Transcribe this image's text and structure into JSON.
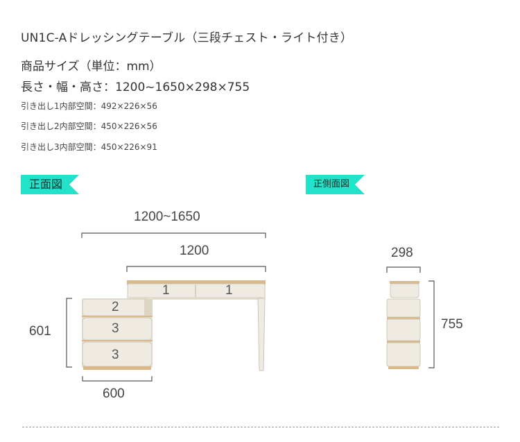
{
  "title": "UN1C-Aドレッシングテーブル（三段チェスト・ライト付き）",
  "spec": {
    "heading": "商品サイズ（単位：mm）",
    "dims": "長さ・幅・高さ：1200~1650×298×755",
    "drawers": [
      "引き出し1内部空間：492×226×56",
      "引き出し2内部空間：450×226×56",
      "引き出し3内部空間：450×226×91"
    ]
  },
  "views": {
    "front_label": "正面図",
    "side_label": "正側面図"
  },
  "dimensions": {
    "total_length": "1200~1650",
    "top_length": "1200",
    "chest_height": "601",
    "chest_width": "600",
    "depth": "298",
    "height": "755"
  },
  "drawer_labels": {
    "top_left": "1",
    "top_right": "1",
    "chest_1": "2",
    "chest_2": "3",
    "chest_3": "3"
  },
  "colors": {
    "accent": "#22e3c9",
    "furniture": "#efebe2",
    "wood_trim": "#d9b98a",
    "line": "#555555"
  }
}
